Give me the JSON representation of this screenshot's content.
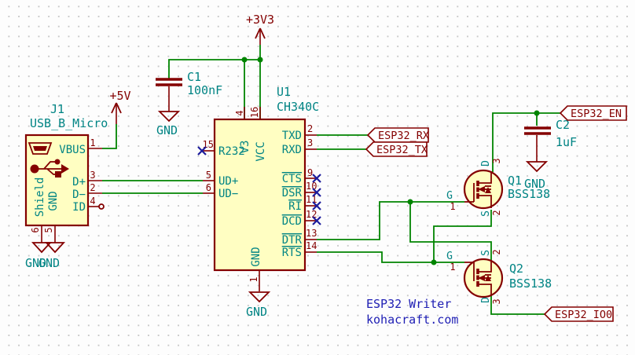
{
  "colors": {
    "wire": "#008400",
    "outline": "#840000",
    "body_fill": "#FFFEC2",
    "pin_name": "#008484",
    "pin_number": "#840000",
    "no_connect": "#1C1C9C",
    "comment": "#1E1EB4"
  },
  "power": {
    "p5v": "+5V",
    "p3v3": "+3V3",
    "gnd": "GND"
  },
  "components": {
    "j1": {
      "ref": "J1",
      "value": "USB_B_Micro",
      "pins": {
        "vbus": {
          "num": "1",
          "name": "VBUS"
        },
        "dplus": {
          "num": "3",
          "name": "D+"
        },
        "dminus": {
          "num": "2",
          "name": "D−"
        },
        "id": {
          "num": "4",
          "name": "ID"
        },
        "shield": {
          "num": "6",
          "name": "Shield"
        },
        "gnd": {
          "num": "5",
          "name": "GND"
        }
      }
    },
    "u1": {
      "ref": "U1",
      "value": "CH340C",
      "pins": {
        "v3": {
          "num": "4",
          "name": "V3"
        },
        "vcc": {
          "num": "16",
          "name": "VCC"
        },
        "r232": {
          "num": "15",
          "name": "R232"
        },
        "udp": {
          "num": "5",
          "name": "UD+"
        },
        "udm": {
          "num": "6",
          "name": "UD−"
        },
        "txd": {
          "num": "2",
          "name": "TXD"
        },
        "rxd": {
          "num": "3",
          "name": "RXD"
        },
        "cts": {
          "num": "9",
          "name": "CTS"
        },
        "dsr": {
          "num": "10",
          "name": "DSR"
        },
        "ri": {
          "num": "11",
          "name": "RI"
        },
        "dcd": {
          "num": "12",
          "name": "DCD"
        },
        "dtr": {
          "num": "13",
          "name": "DTR"
        },
        "rts": {
          "num": "14",
          "name": "RTS"
        },
        "gnd": {
          "num": "1",
          "name": "GND"
        }
      }
    },
    "c1": {
      "ref": "C1",
      "value": "100nF"
    },
    "c2": {
      "ref": "C2",
      "value": "1uF"
    },
    "q1": {
      "ref": "Q1",
      "value": "BSS138",
      "pins": {
        "g": {
          "num": "1",
          "name": "G"
        },
        "s": {
          "num": "2",
          "name": "S"
        },
        "d": {
          "num": "3",
          "name": "D"
        }
      }
    },
    "q2": {
      "ref": "Q2",
      "value": "BSS138",
      "pins": {
        "g": {
          "num": "1",
          "name": "G"
        },
        "s": {
          "num": "2",
          "name": "S"
        },
        "d": {
          "num": "3",
          "name": "D"
        }
      }
    }
  },
  "net_labels": {
    "rx": "ESP32_RX",
    "tx": "ESP32_TX",
    "en": "ESP32_EN",
    "io0": "ESP32_IO0"
  },
  "comment": {
    "line1": "ESP32 Writer",
    "line2": "kohacraft.com"
  }
}
